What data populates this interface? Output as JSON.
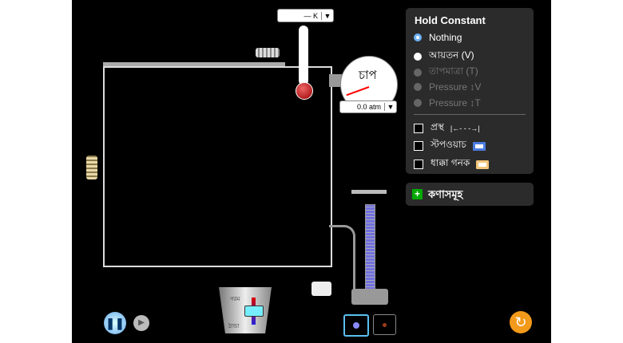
{
  "thermometer": {
    "value": "— K",
    "arrow": "▼"
  },
  "gauge": {
    "label": "চাপ",
    "value": "0.0 atm",
    "arrow": "▼"
  },
  "hold_constant": {
    "title": "Hold Constant",
    "options": [
      {
        "label": "Nothing",
        "state": "selected"
      },
      {
        "label": "আয়তন (V)",
        "state": "enabled"
      },
      {
        "label": "তাপমাত্রা (T)",
        "state": "disabled"
      },
      {
        "label": "Pressure ↕V",
        "state": "disabled"
      },
      {
        "label": "Pressure ↕T",
        "state": "disabled"
      }
    ],
    "checkboxes": [
      {
        "label": "প্রস্থ",
        "icon": "|←- - -→|"
      },
      {
        "label": "স্টপওয়াচ"
      },
      {
        "label": "ধাক্কা গনক"
      }
    ]
  },
  "particles": {
    "label": "কণাসমূহ"
  },
  "bucket": {
    "hot": "গরম",
    "cold": "ঠান্ডা"
  },
  "colors": {
    "heavy": "#7a7aff",
    "light": "#a03a1e",
    "reset": "#f39a1b"
  }
}
